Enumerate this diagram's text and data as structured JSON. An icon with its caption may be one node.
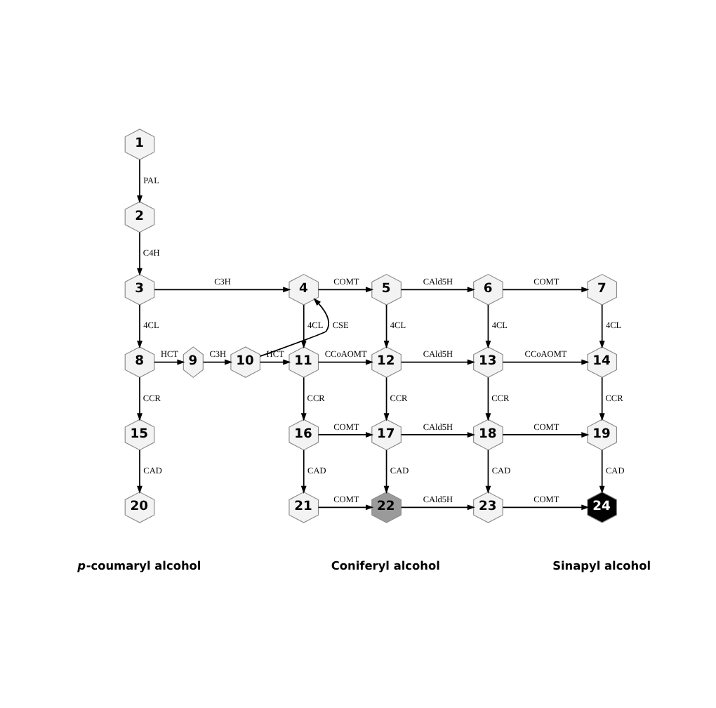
{
  "diagram": {
    "nodes": [
      {
        "text": [
          "1"
        ]
      },
      {
        "text": [
          "2"
        ]
      },
      {
        "text": [
          "3"
        ]
      },
      {
        "text": [
          "4"
        ]
      },
      {
        "text": [
          "5"
        ]
      },
      {
        "text": [
          "6"
        ]
      },
      {
        "text": [
          "7"
        ]
      },
      {
        "text": [
          "8"
        ]
      },
      {
        "text": [
          "9"
        ]
      },
      {
        "text": [
          "10"
        ]
      },
      {
        "text": [
          "11"
        ]
      },
      {
        "text": [
          "12"
        ]
      },
      {
        "text": [
          "13"
        ]
      },
      {
        "text": [
          "14"
        ]
      },
      {
        "text": [
          "15"
        ]
      },
      {
        "text": [
          "16"
        ]
      },
      {
        "text": [
          "17"
        ]
      },
      {
        "text": [
          "18"
        ]
      },
      {
        "text": [
          "19"
        ]
      },
      {
        "text": [
          "20"
        ],
        "beside": [
          "*p*-coumaryl alcohol"
        ]
      },
      {
        "text": [
          "21"
        ]
      },
      {
        "text": [
          "22"
        ],
        "beside": [
          "Coniferyl alcohol"
        ]
      },
      {
        "text": [
          "23"
        ]
      },
      {
        "text": [
          "24"
        ],
        "beside": [
          "Sinapyl alcohol"
        ]
      }
    ],
    "edges": [
      {
        "from": 0,
        "to": 1,
        "arrow": "to",
        "label": "PAL"
      },
      {
        "from": 1,
        "to": 2,
        "arrow": "to",
        "label": "C4H"
      },
      {
        "from": 2,
        "to": 3,
        "arrow": "to",
        "label": "C3H"
      },
      {
        "from": 3,
        "to": 4,
        "arrow": "to",
        "label": "COMT"
      },
      {
        "from": 4,
        "to": 5,
        "arrow": "to",
        "label": "CAld5H"
      },
      {
        "from": 5,
        "to": 6,
        "arrow": "to",
        "label": "COMT"
      },
      {
        "from": 2,
        "to": 7,
        "arrow": "to",
        "label": "4CL"
      },
      {
        "from": 3,
        "to": 10,
        "arrow": "to",
        "label": "4CL"
      },
      {
        "from": 4,
        "to": 11,
        "arrow": "to",
        "label": "4CL"
      },
      {
        "from": 5,
        "to": 12,
        "arrow": "to",
        "label": "4CL"
      },
      {
        "from": 6,
        "to": 13,
        "arrow": "to",
        "label": "4CL"
      },
      {
        "from": 9,
        "to": 3,
        "arrow": "to",
        "label": "CSE"
      },
      {
        "from": 7,
        "to": 8,
        "arrow": "to",
        "label": "HCT"
      },
      {
        "from": 8,
        "to": 9,
        "arrow": "to",
        "label": "C3H"
      },
      {
        "from": 9,
        "to": 10,
        "arrow": "to",
        "label": "HCT"
      },
      {
        "from": 10,
        "to": 11,
        "arrow": "to",
        "label": "CCoAOMT"
      },
      {
        "from": 11,
        "to": 12,
        "arrow": "to",
        "label": "CAld5H"
      },
      {
        "from": 12,
        "to": 13,
        "arrow": "to",
        "label": "CCoAOMT"
      },
      {
        "from": 7,
        "to": 14,
        "arrow": "to",
        "label": "CCR"
      },
      {
        "from": 10,
        "to": 15,
        "arrow": "to",
        "label": "CCR"
      },
      {
        "from": 11,
        "to": 16,
        "arrow": "to",
        "label": "CCR"
      },
      {
        "from": 12,
        "to": 17,
        "arrow": "to",
        "label": "CCR"
      },
      {
        "from": 13,
        "to": 18,
        "arrow": "to",
        "label": "CCR"
      },
      {
        "from": 15,
        "to": 16,
        "arrow": "to",
        "label": "COMT"
      },
      {
        "from": 16,
        "to": 17,
        "arrow": "to",
        "label": "CAld5H"
      },
      {
        "from": 17,
        "to": 18,
        "arrow": "to",
        "label": "COMT"
      },
      {
        "from": 14,
        "to": 19,
        "arrow": "to",
        "label": "CAD"
      },
      {
        "from": 15,
        "to": 20,
        "arrow": "to",
        "label": "CAD"
      },
      {
        "from": 16,
        "to": 21,
        "arrow": "to",
        "label": "CAD"
      },
      {
        "from": 17,
        "to": 22,
        "arrow": "to",
        "label": "CAD"
      },
      {
        "from": 18,
        "to": 23,
        "arrow": "to",
        "label": "CAD"
      },
      {
        "from": 20,
        "to": 21,
        "arrow": "to",
        "label": "COMT"
      },
      {
        "from": 21,
        "to": 22,
        "arrow": "to",
        "label": "CAld5H"
      },
      {
        "from": 22,
        "to": 23,
        "arrow": "to",
        "label": "COMT"
      }
    ]
  }
}
